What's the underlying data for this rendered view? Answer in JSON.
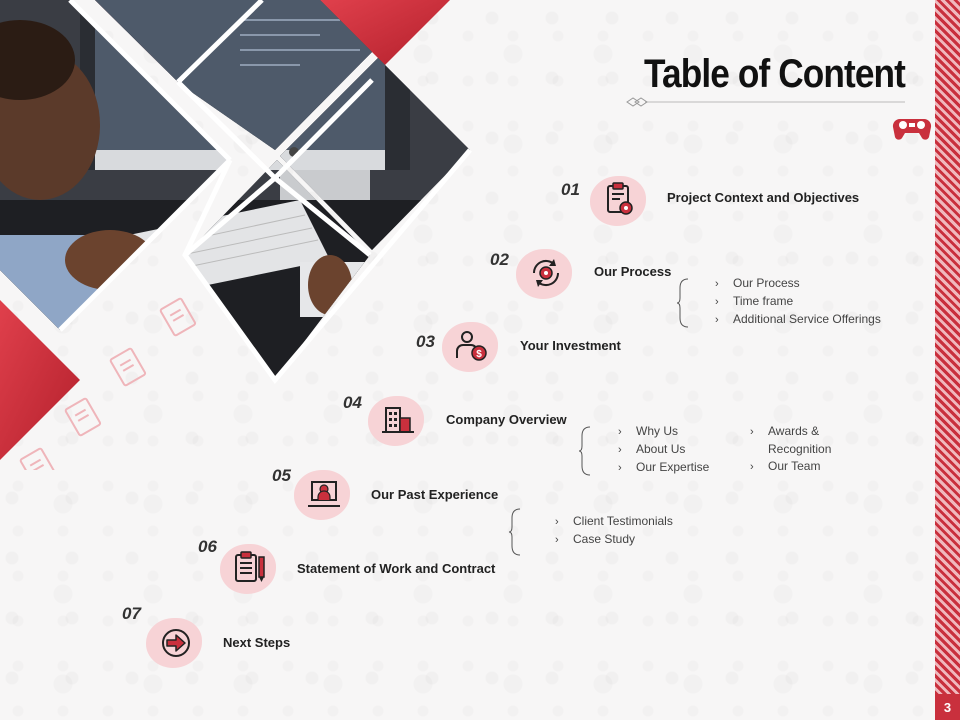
{
  "title": "Table of Content",
  "page_number": "3",
  "colors": {
    "accent": "#c9303d",
    "blob": "#f7d3d6",
    "text": "#222222"
  },
  "items": [
    {
      "num": "01",
      "label": "Project Context and Objectives",
      "icon": "clipboard-gear-icon"
    },
    {
      "num": "02",
      "label": "Our Process",
      "icon": "cycle-gear-icon",
      "sub": [
        "Our Process",
        "Time frame",
        "Additional Service Offerings"
      ]
    },
    {
      "num": "03",
      "label": "Your Investment",
      "icon": "person-dollar-icon"
    },
    {
      "num": "04",
      "label": "Company Overview",
      "icon": "buildings-icon",
      "sub": [
        "Why Us",
        "About Us",
        "Our Expertise"
      ],
      "sub2": [
        "Awards &",
        "Recognition",
        "Our Team"
      ]
    },
    {
      "num": "05",
      "label": "Our Past Experience",
      "icon": "presentation-icon",
      "sub": [
        "Client Testimonials",
        "Case Study"
      ]
    },
    {
      "num": "06",
      "label": "Statement of Work and Contract",
      "icon": "clipboard-pen-icon"
    },
    {
      "num": "07",
      "label": "Next Steps",
      "icon": "arrow-circle-icon"
    }
  ]
}
